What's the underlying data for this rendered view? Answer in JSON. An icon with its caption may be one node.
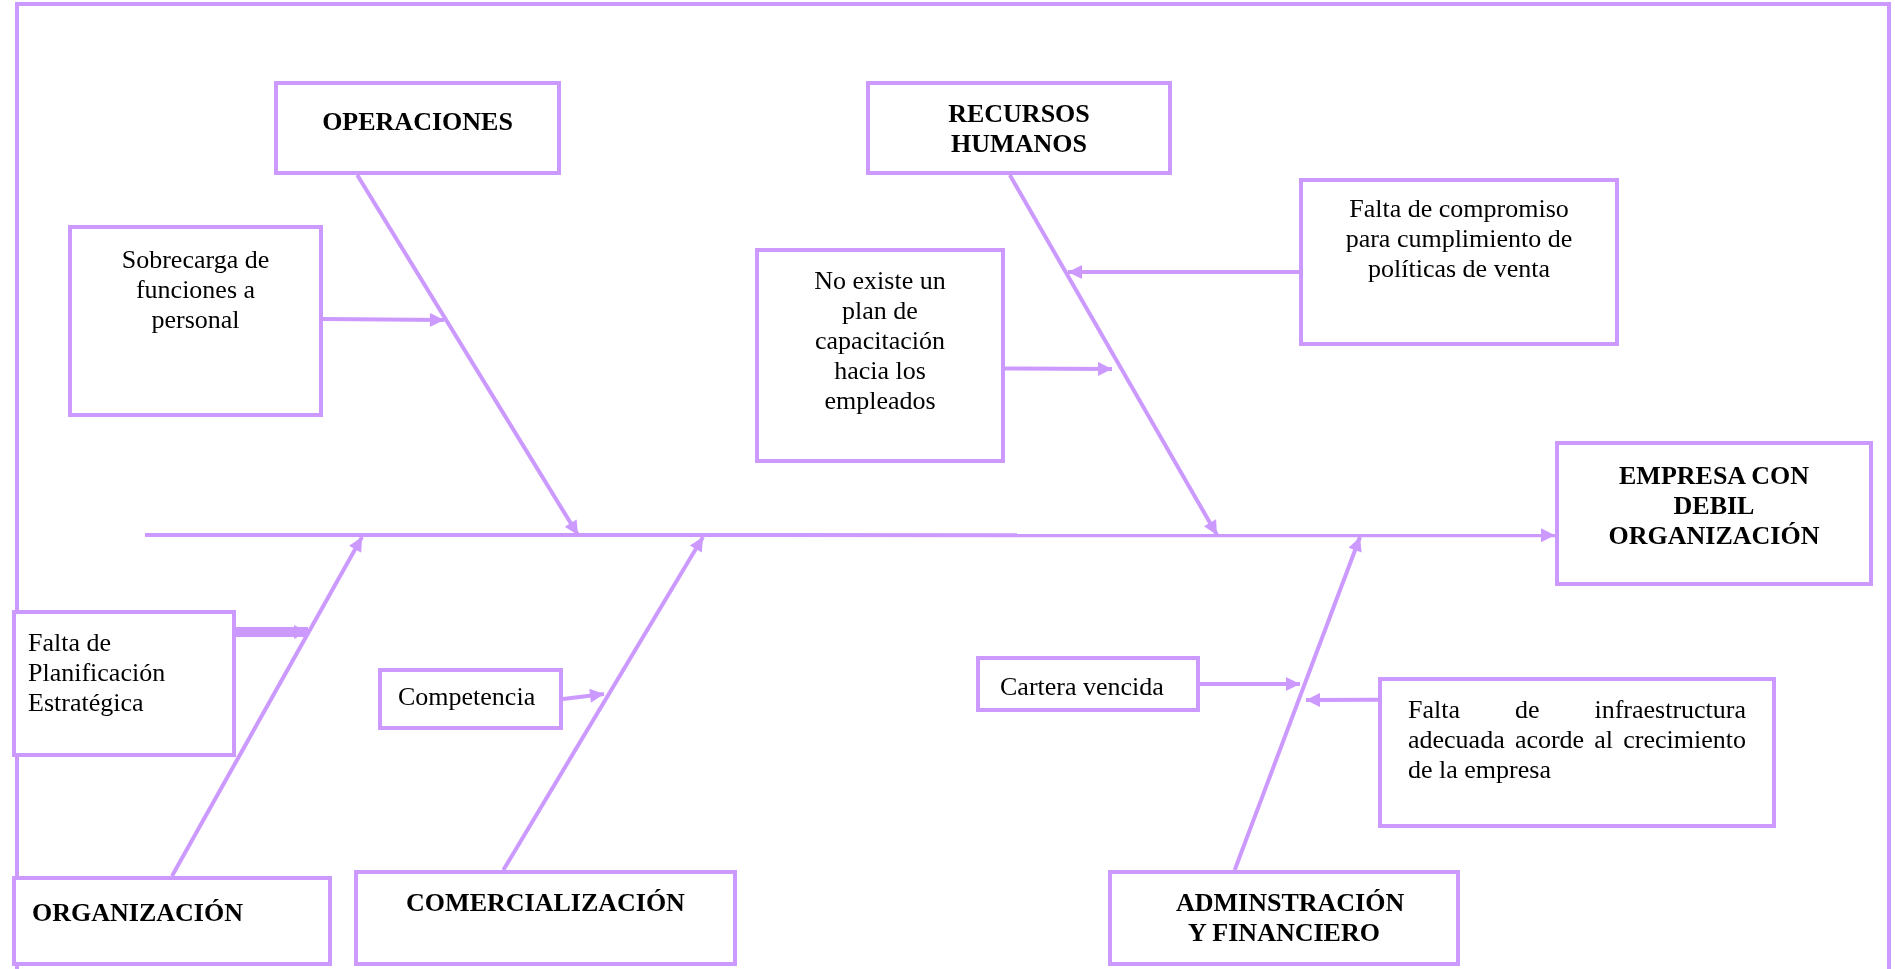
{
  "diagram": {
    "nodes": [
      {
        "text": [
          "OPERACIONES"
        ]
      },
      {
        "text": [
          "RECURSOS HUMANOS"
        ]
      },
      {
        "text": [
          "Falta de compromiso para cumplimiento de políticas de venta"
        ]
      },
      {
        "text": [
          "Sobrecarga de funciones a personal"
        ]
      },
      {
        "text": [
          "No existe un plan de capacitación hacia los empleados"
        ]
      },
      {
        "text": [
          "EMPRESA CON DEBIL ORGANIZACIÓN"
        ]
      },
      {
        "text": [
          "Falta de Planificación Estratégica"
        ]
      },
      {
        "text": [
          "Competencia"
        ]
      },
      {
        "text": [
          "Cartera vencida"
        ]
      },
      {
        "text": [
          "Falta de infraestructura adecuada acorde al crecimiento de la empresa"
        ]
      },
      {
        "text": [
          "ORGANIZACIÓN"
        ]
      },
      {
        "text": [
          "COMERCIALIZACIÓN"
        ]
      },
      {
        "text": [
          "ADMINSTRACIÓN Y FINANCIERO"
        ]
      }
    ],
    "edges": [
      {
        "from": null,
        "to": 5,
        "arrow": "to"
      },
      {
        "from": 0,
        "to": null,
        "arrow": "to"
      },
      {
        "from": 1,
        "to": null,
        "arrow": "to"
      },
      {
        "from": 10,
        "to": null,
        "arrow": "to"
      },
      {
        "from": 11,
        "to": null,
        "arrow": "to"
      },
      {
        "from": 12,
        "to": null,
        "arrow": "to"
      },
      {
        "from": 3,
        "to": null,
        "arrow": "to"
      },
      {
        "from": 2,
        "to": null,
        "arrow": "to"
      },
      {
        "from": 4,
        "to": null,
        "arrow": "to"
      },
      {
        "from": 6,
        "to": null,
        "arrow": "to",
        "style": "thick"
      },
      {
        "from": 7,
        "to": null,
        "arrow": "to"
      },
      {
        "from": 8,
        "to": null,
        "arrow": "to"
      },
      {
        "from": 9,
        "to": null,
        "arrow": "to"
      }
    ]
  }
}
